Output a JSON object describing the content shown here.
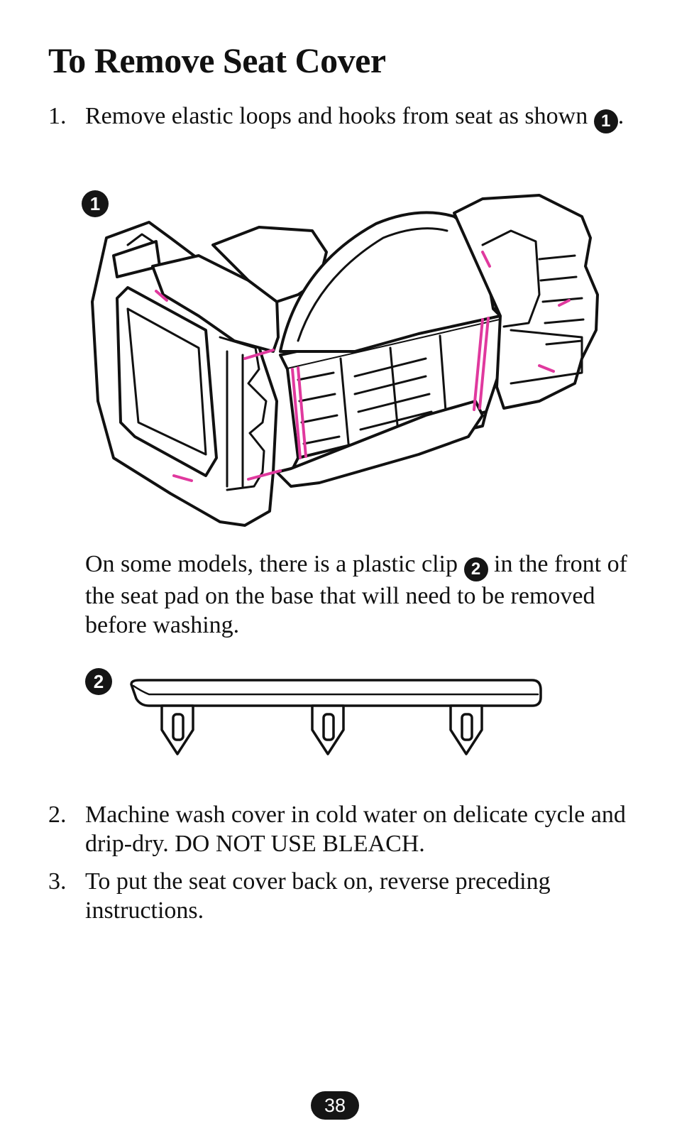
{
  "title": "To Remove Seat Cover",
  "steps": [
    {
      "number": "1.",
      "text": "Remove elastic loops and hooks from seat as shown",
      "ref": "1",
      "after": "."
    },
    {
      "number": "2.",
      "text": "Machine wash cover in cold water on delicate cycle and drip-dry. DO NOT USE BLEACH."
    },
    {
      "number": "3.",
      "text": "To put the seat cover back on, reverse preceding instructions."
    }
  ],
  "note": {
    "before": "On some models, there is a plastic clip",
    "ref": "2",
    "after": "in the front of the seat pad on the base that will need to be removed before washing."
  },
  "figures": [
    {
      "label": "1",
      "icon": "booster-seat-underside-illustration"
    },
    {
      "label": "2",
      "icon": "plastic-clip-illustration"
    }
  ],
  "colors": {
    "elastic_loops": "#e0399e",
    "ink": "#111111"
  },
  "page_number": "38"
}
